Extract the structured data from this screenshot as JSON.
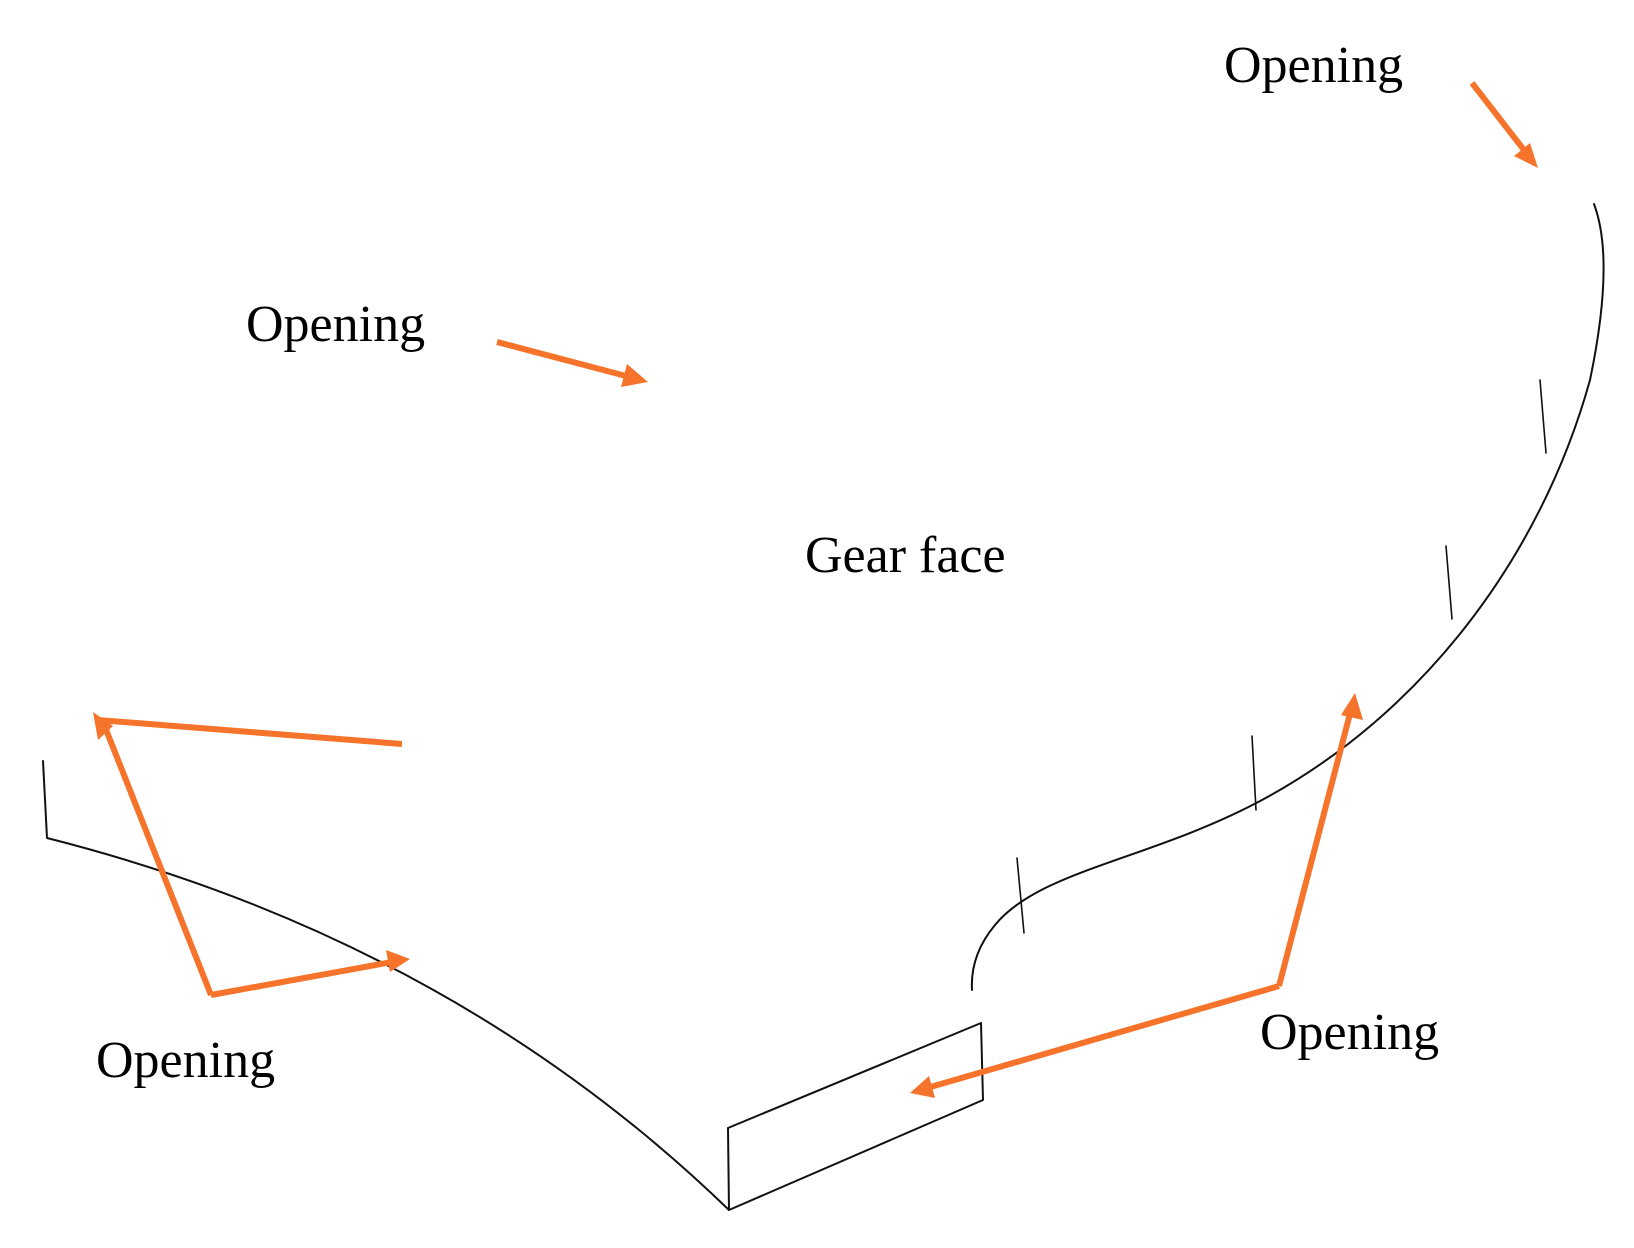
{
  "colors": {
    "arrow": "#f5732a",
    "outline": "#111111",
    "background": "#ffffff"
  },
  "labels": {
    "face": "Gear face",
    "opening_top_right": "Opening",
    "opening_upper_left": "Opening",
    "opening_lower_left": "Opening",
    "opening_lower_right": "Opening"
  }
}
